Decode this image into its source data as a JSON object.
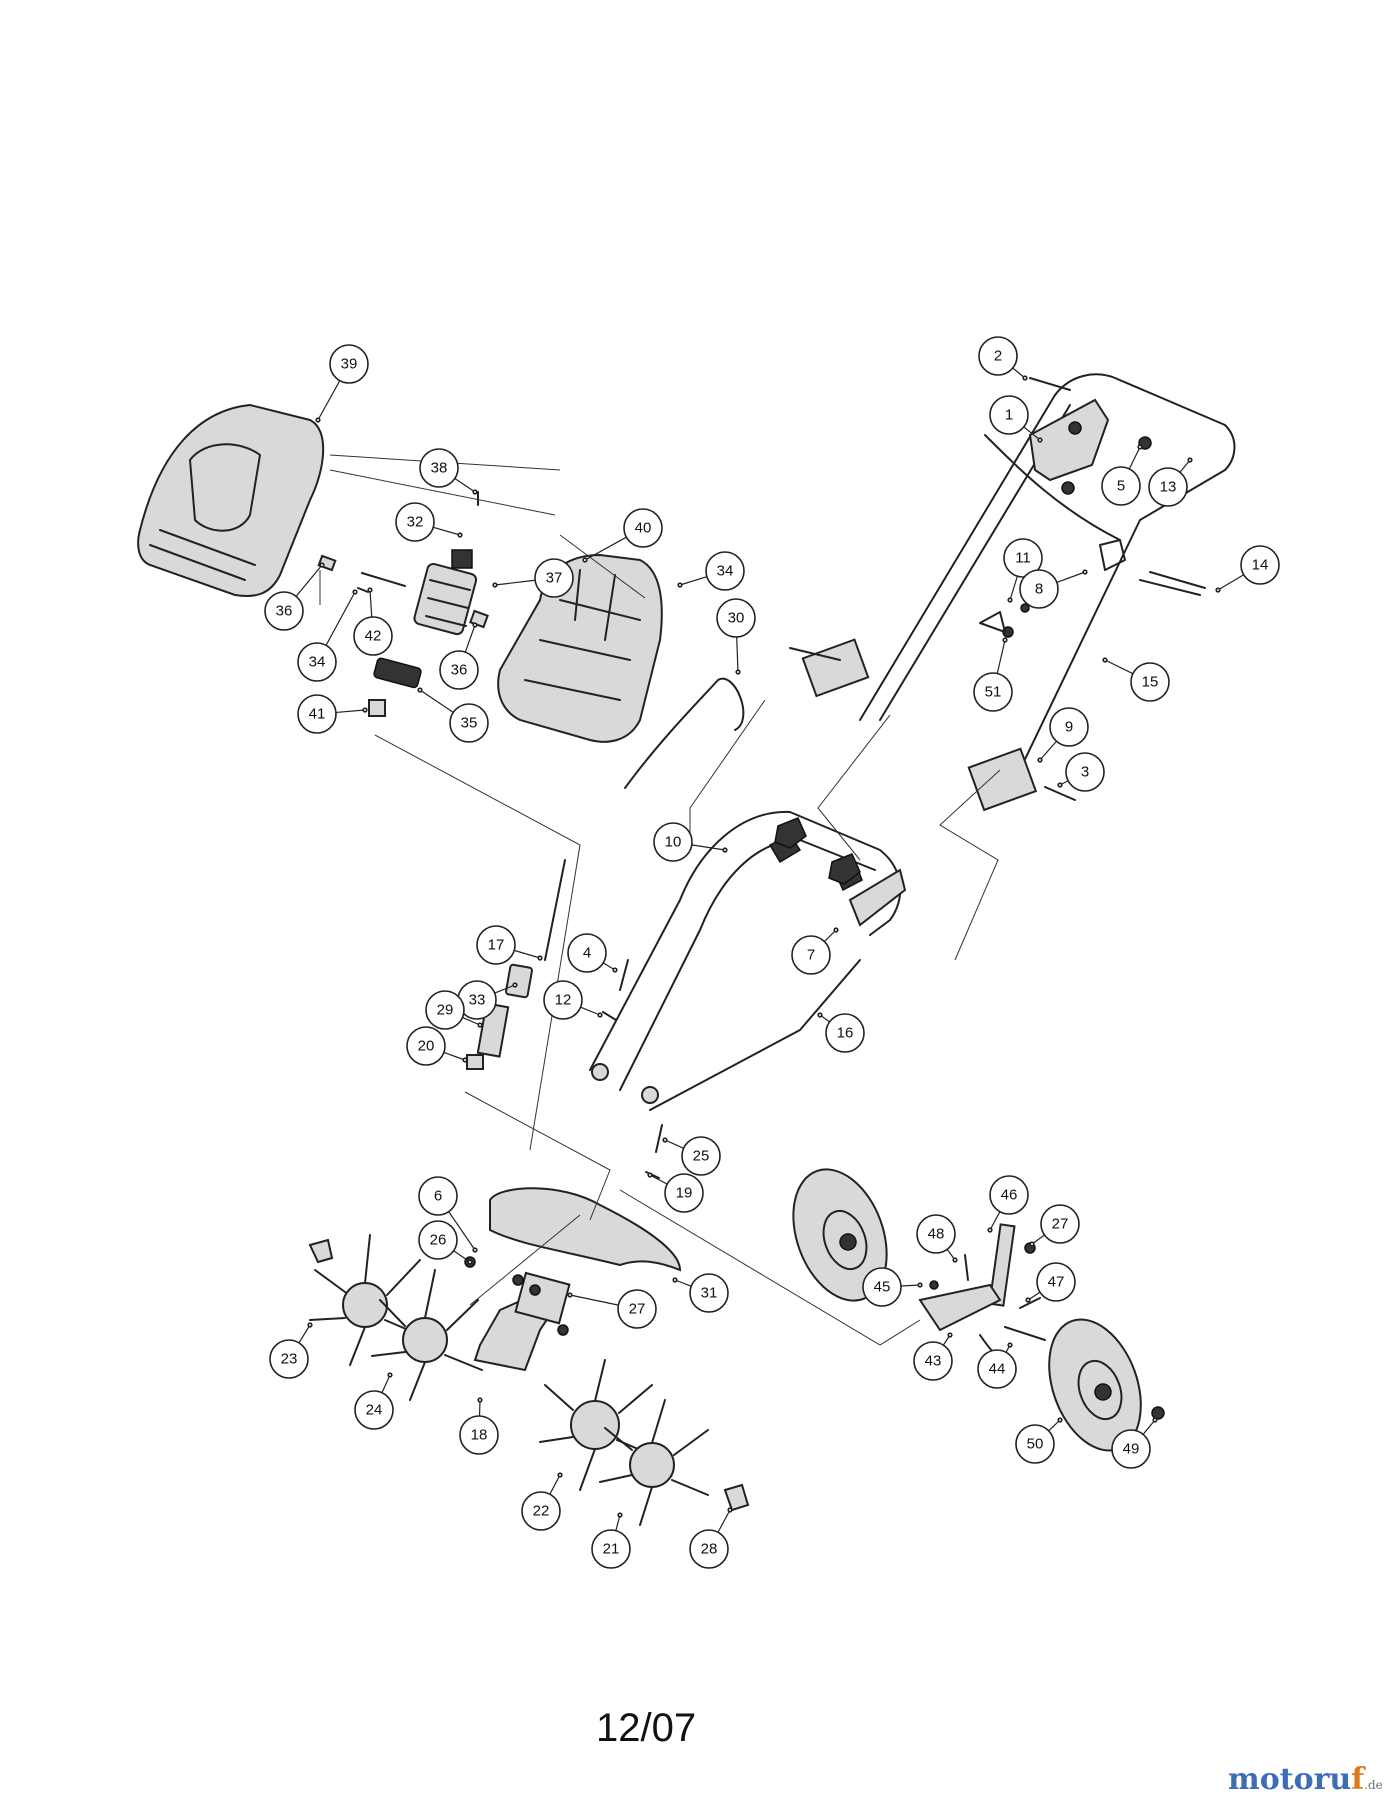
{
  "callouts": [
    "39",
    "38",
    "32",
    "40",
    "37",
    "34",
    "36",
    "34",
    "42",
    "36",
    "35",
    "41",
    "30",
    "2",
    "1",
    "5",
    "13",
    "11",
    "8",
    "14",
    "51",
    "15",
    "9",
    "3",
    "10",
    "7",
    "16",
    "17",
    "33",
    "29",
    "20",
    "4",
    "12",
    "25",
    "19",
    "6",
    "26",
    "27",
    "31",
    "23",
    "24",
    "18",
    "22",
    "21",
    "28",
    "46",
    "27",
    "48",
    "47",
    "45",
    "43",
    "44",
    "50",
    "49"
  ],
  "footer": {
    "date": "12/07"
  },
  "watermark": {
    "main": "motoru",
    "accent": "f",
    "tld": ".de"
  }
}
